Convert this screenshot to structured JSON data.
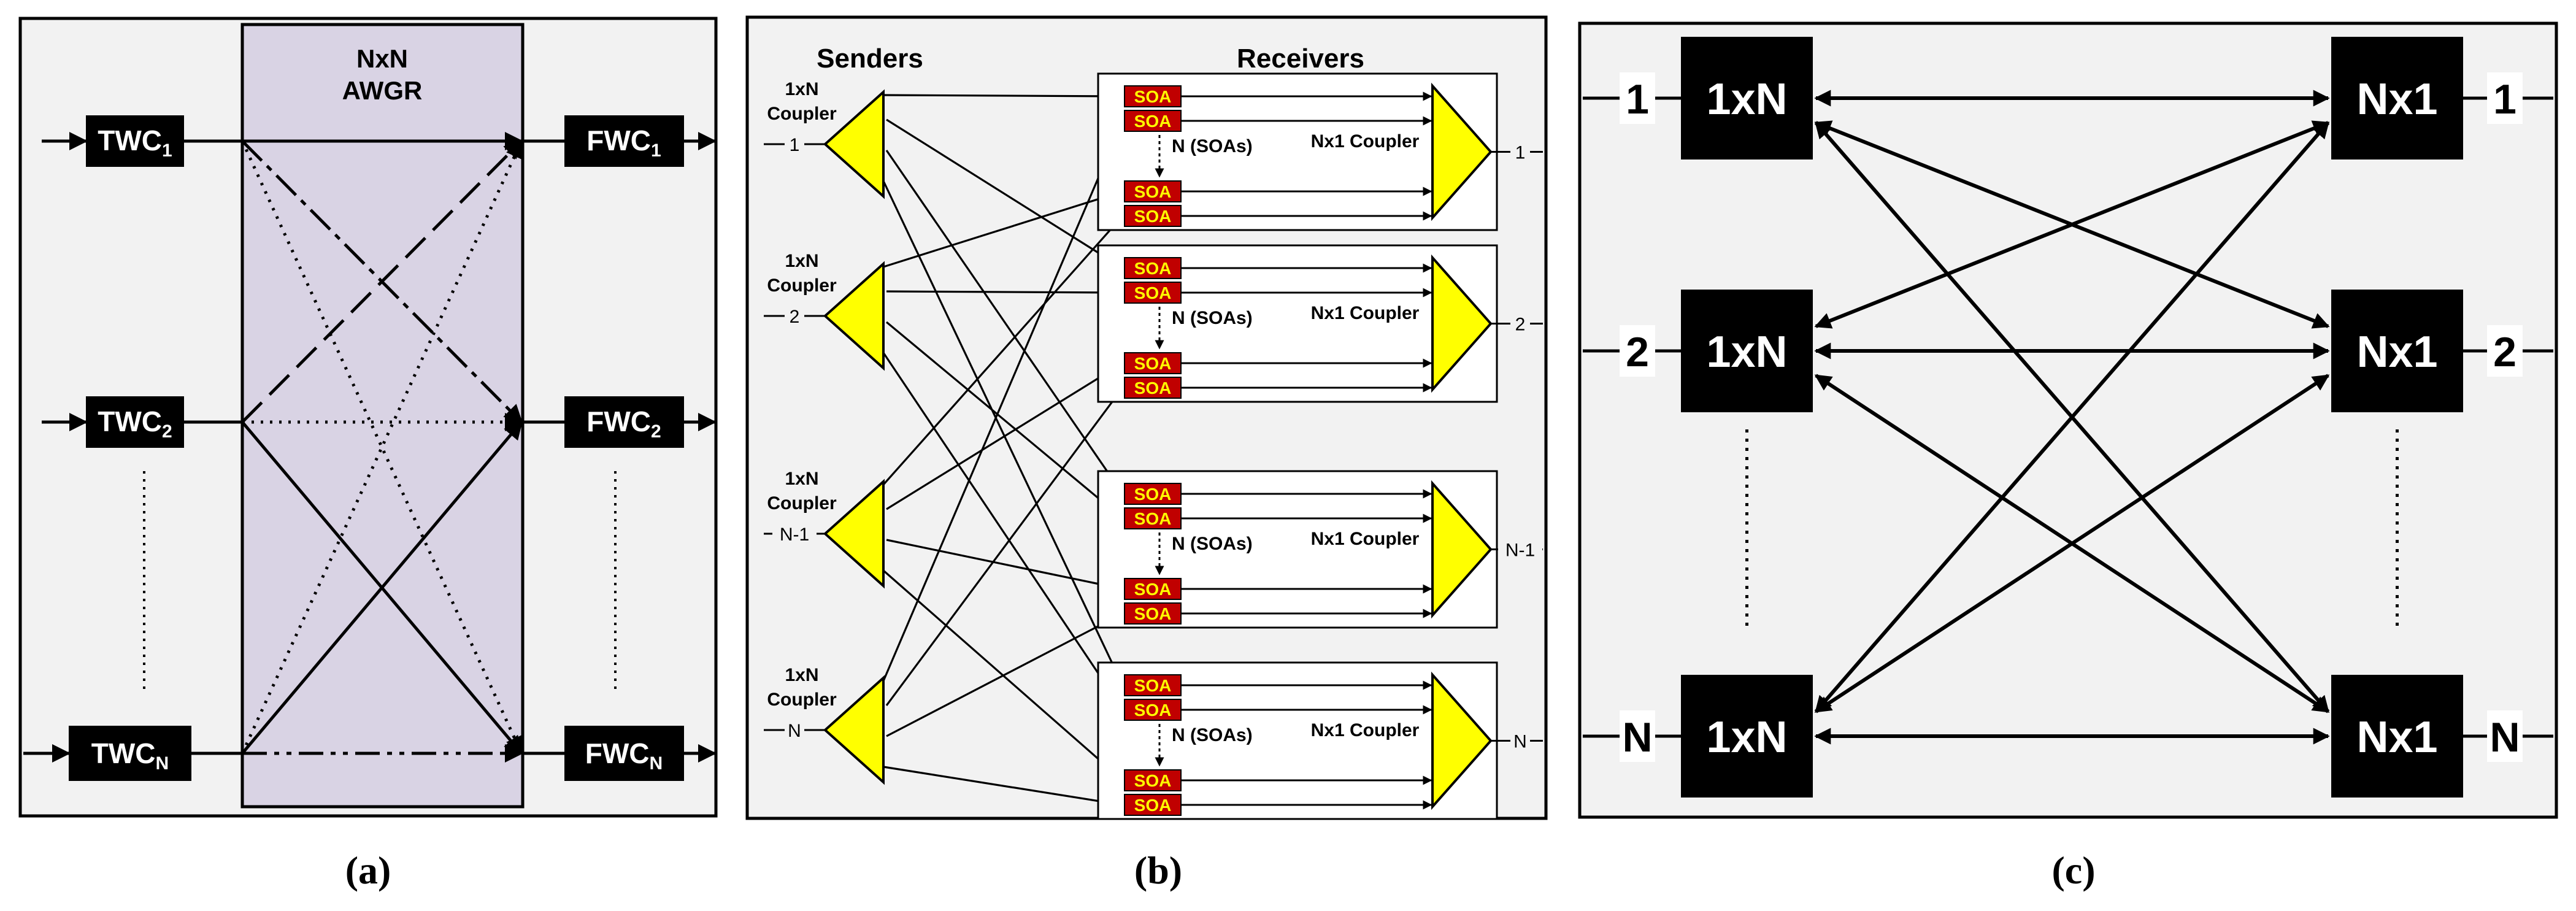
{
  "panel_a": {
    "awgr_line1": "NxN",
    "awgr_line2": "AWGR",
    "twc": [
      {
        "base": "TWC",
        "sub": "1"
      },
      {
        "base": "TWC",
        "sub": "2"
      },
      {
        "base": "TWC",
        "sub": "N"
      }
    ],
    "fwc": [
      {
        "base": "FWC",
        "sub": "1"
      },
      {
        "base": "FWC",
        "sub": "2"
      },
      {
        "base": "FWC",
        "sub": "N"
      }
    ],
    "caption": "(a)"
  },
  "panel_b": {
    "senders_title": "Senders",
    "receivers_title": "Receivers",
    "coupler_line1": "1xN",
    "coupler_line2": "Coupler",
    "soa_label": "SOA",
    "n_soas_label": "N (SOAs)",
    "nx1_label": "Nx1 Coupler",
    "ports": [
      "1",
      "2",
      "N-1",
      "N"
    ],
    "caption": "(b)"
  },
  "panel_c": {
    "left_label": "1xN",
    "right_label": "Nx1",
    "ports": [
      "1",
      "2",
      "N"
    ],
    "caption": "(c)"
  },
  "colors": {
    "panel_bg": "#f2f2f2",
    "awgr_fill": "#d9d3e4",
    "coupler_yellow": "#ffff00",
    "soa_red": "#c00000",
    "soa_text": "#ffff00",
    "black": "#000000"
  }
}
